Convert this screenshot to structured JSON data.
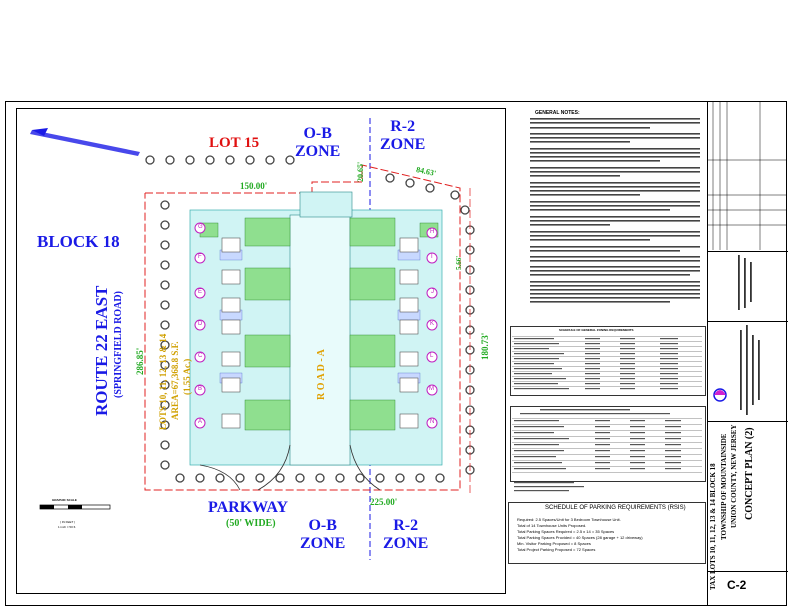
{
  "site": {
    "lot_15": "LOT 15",
    "ob_zone_top": "O-B\nZONE",
    "r2_zone_top": "R-2\nZONE",
    "block_18": "BLOCK 18",
    "route_22": "ROUTE 22 EAST",
    "springfield": "(SPRINGFIELD ROAD)",
    "lots_label": "LOTS 10, 11, 12, 13 & 14",
    "lots_area": "AREA=67,368.8 S.F.",
    "lots_acres": "(1.55 Ac.)",
    "road_a": "R O A D - A",
    "parkway": "PARKWAY",
    "parkway_width": "(50' WIDE)",
    "ob_zone_bottom": "O-B\nZONE",
    "r2_zone_bottom": "R-2\nZONE",
    "dim_top": "150.00'",
    "dim_top_right": "84.63'",
    "dim_top_vertical": "20.65'",
    "dim_left": "286.85'",
    "dim_right": "180.73'",
    "dim_right_small": "5.66'",
    "dim_bottom": "225.00'",
    "graphic_scale": "GRAPHIC SCALE",
    "units_label": "( IN FEET )",
    "units_scale": "1 inch = 50 ft."
  },
  "units": {
    "left": [
      "G",
      "F",
      "E",
      "D",
      "C",
      "B",
      "A"
    ],
    "right": [
      "H",
      "I",
      "J",
      "K",
      "L",
      "M",
      "N"
    ]
  },
  "notes": {
    "title": "GENERAL NOTES:"
  },
  "tables": {
    "bulk_title": "SCHEDULE OF GENERAL ZONING REQUIREMENTS",
    "parking_title": "SCHEDULE OF PARKING REQUIREMENTS (RSIS)",
    "parking_lines": [
      "Required: 2.5 Spaces/Unit for 3 Bedroom Townhouse Unit.",
      "Total of 14 Townhouse Units Proposed.",
      "Total Parking Spaces Required = 2.5 x 14 = 35 Spaces",
      "Total Parking Spaces Provided = 40 Spaces (28 garage + 12 driveway)",
      "Min. Visitor Parking Proposed = 8 Spaces",
      "Total Project Parking Proposed = 72 Spaces"
    ]
  },
  "title_block": {
    "project": "CONCEPT PLAN (2)",
    "county": "UNION COUNTY, NEW JERSEY",
    "township": "TOWNSHIP OF MOUNTAINSIDE",
    "block_lots": "TAX LOTS 10, 11, 12, 13 & 14          BLOCK 18",
    "sheet_number": "C-2"
  },
  "colors": {
    "zone": "#1a1ae6",
    "lot": "#e01010",
    "dimension": "#22aa22",
    "pavement": "#c8f0f0",
    "planting": "#90e090",
    "property_line": "#e02020"
  }
}
